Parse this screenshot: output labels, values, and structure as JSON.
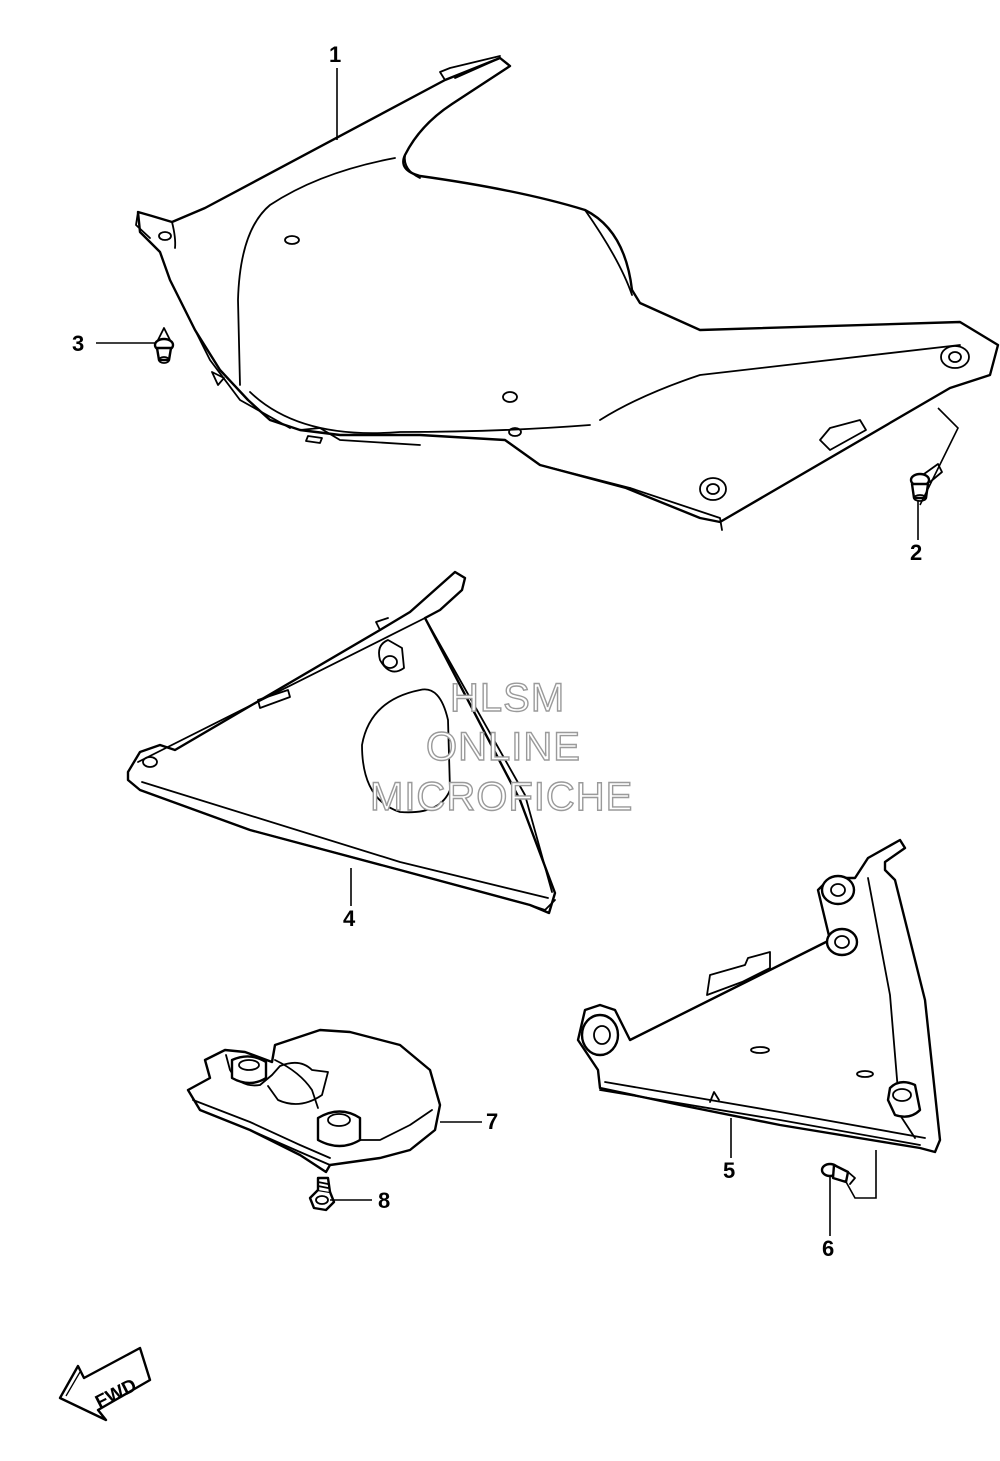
{
  "callouts": {
    "c1": "1",
    "c2": "2",
    "c3": "3",
    "c4": "4",
    "c5": "5",
    "c6": "6",
    "c7": "7",
    "c8": "8"
  },
  "watermark": {
    "line1": "HLSM",
    "line2": "ONLINE",
    "line3": "MICROFICHE"
  },
  "direction_badge": {
    "label": "FWD"
  }
}
